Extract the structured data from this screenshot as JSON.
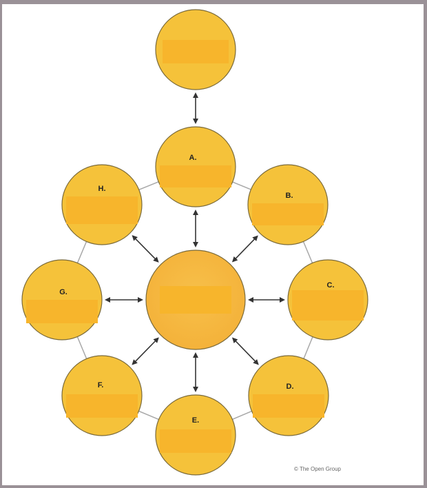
{
  "diagram": {
    "colors": {
      "node_fill": "#f5c23a",
      "node_stroke": "#7a6a3a",
      "center_fill": "#f4b23a",
      "label_bar": "#f7b52c",
      "ring": "#a8a8a8",
      "arrow": "#333333"
    },
    "nodes": [
      {
        "id": "top",
        "label": ""
      },
      {
        "id": "A",
        "label": "A."
      },
      {
        "id": "B",
        "label": "B."
      },
      {
        "id": "C",
        "label": "C."
      },
      {
        "id": "D",
        "label": "D."
      },
      {
        "id": "E",
        "label": "E."
      },
      {
        "id": "F",
        "label": "F."
      },
      {
        "id": "G",
        "label": "G."
      },
      {
        "id": "H",
        "label": "H."
      },
      {
        "id": "center",
        "label": ""
      }
    ],
    "connections": [
      [
        "top",
        "A"
      ],
      [
        "center",
        "A"
      ],
      [
        "center",
        "B"
      ],
      [
        "center",
        "C"
      ],
      [
        "center",
        "D"
      ],
      [
        "center",
        "E"
      ],
      [
        "center",
        "F"
      ],
      [
        "center",
        "G"
      ],
      [
        "center",
        "H"
      ]
    ]
  },
  "footer": {
    "copyright": "© The Open Group"
  }
}
